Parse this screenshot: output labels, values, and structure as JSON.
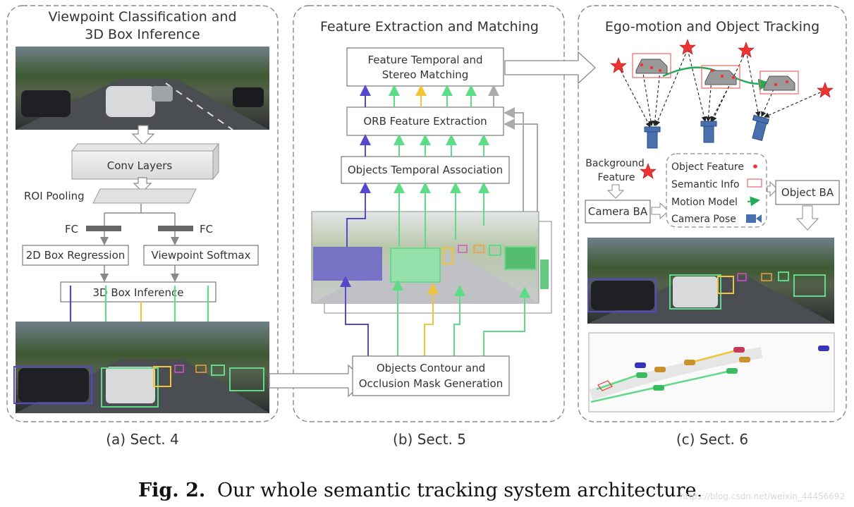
{
  "panels": {
    "a": {
      "title_line1": "Viewpoint Classification and",
      "title_line2": "3D Box Inference",
      "conv_layers": "Conv Layers",
      "roi_pooling": "ROI Pooling",
      "fc_left": "FC",
      "fc_right": "FC",
      "box_regression": "2D Box Regression",
      "viewpoint_softmax": "Viewpoint Softmax",
      "box_inference": "3D Box Inference",
      "label": "(a) Sect. 4"
    },
    "b": {
      "title": "Feature Extraction and Matching",
      "temporal_line1": "Feature Temporal and",
      "temporal_line2": "Stereo Matching",
      "orb": "ORB Feature Extraction",
      "association": "Objects Temporal Association",
      "contour_line1": "Objects Contour and",
      "contour_line2": "Occlusion Mask Generation",
      "label": "(b) Sect. 5"
    },
    "c": {
      "title": "Ego-motion and Object Tracking",
      "background_line1": "Background",
      "background_line2": "Feature",
      "legend_object_feature": "Object Feature",
      "legend_semantic_info": "Semantic Info",
      "legend_motion_model": "Motion Model",
      "legend_camera_pose": "Camera Pose",
      "camera_ba": "Camera BA",
      "object_ba": "Object BA",
      "label": "(c) Sect. 6"
    }
  },
  "caption": {
    "prefix": "Fig. 2.",
    "text": "Our whole semantic tracking system architecture."
  },
  "watermark": "https://blog.csdn.net/weixin_44456692",
  "colors": {
    "blue": "#5548cc",
    "green": "#5ddb86",
    "yellow": "#f2c43c",
    "gray": "#aaaaaa",
    "red_star": "#ee3333",
    "camera": "#4a6fae",
    "motion": "#22aa55"
  }
}
